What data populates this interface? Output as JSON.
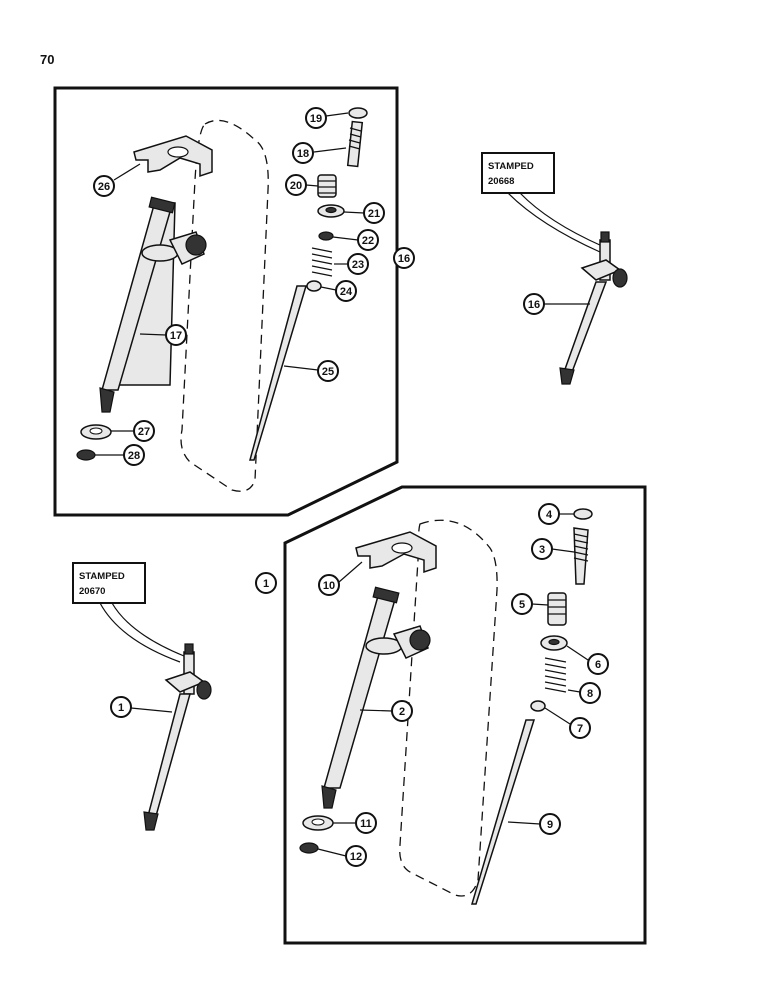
{
  "page_number": "70",
  "stamp_upper": {
    "line1": "STAMPED",
    "line2": "20668"
  },
  "stamp_lower": {
    "line1": "STAMPED",
    "line2": "20670"
  },
  "callouts": {
    "c1a": "1",
    "c1b": "1",
    "c2": "2",
    "c3": "3",
    "c4": "4",
    "c5": "5",
    "c6": "6",
    "c7": "7",
    "c8": "8",
    "c9": "9",
    "c10": "10",
    "c11": "11",
    "c12": "12",
    "c16a": "16",
    "c16b": "16",
    "c17": "17",
    "c18": "18",
    "c19": "19",
    "c20": "20",
    "c21": "21",
    "c22": "22",
    "c23": "23",
    "c24": "24",
    "c25": "25",
    "c26": "26",
    "c27": "27",
    "c28": "28"
  }
}
